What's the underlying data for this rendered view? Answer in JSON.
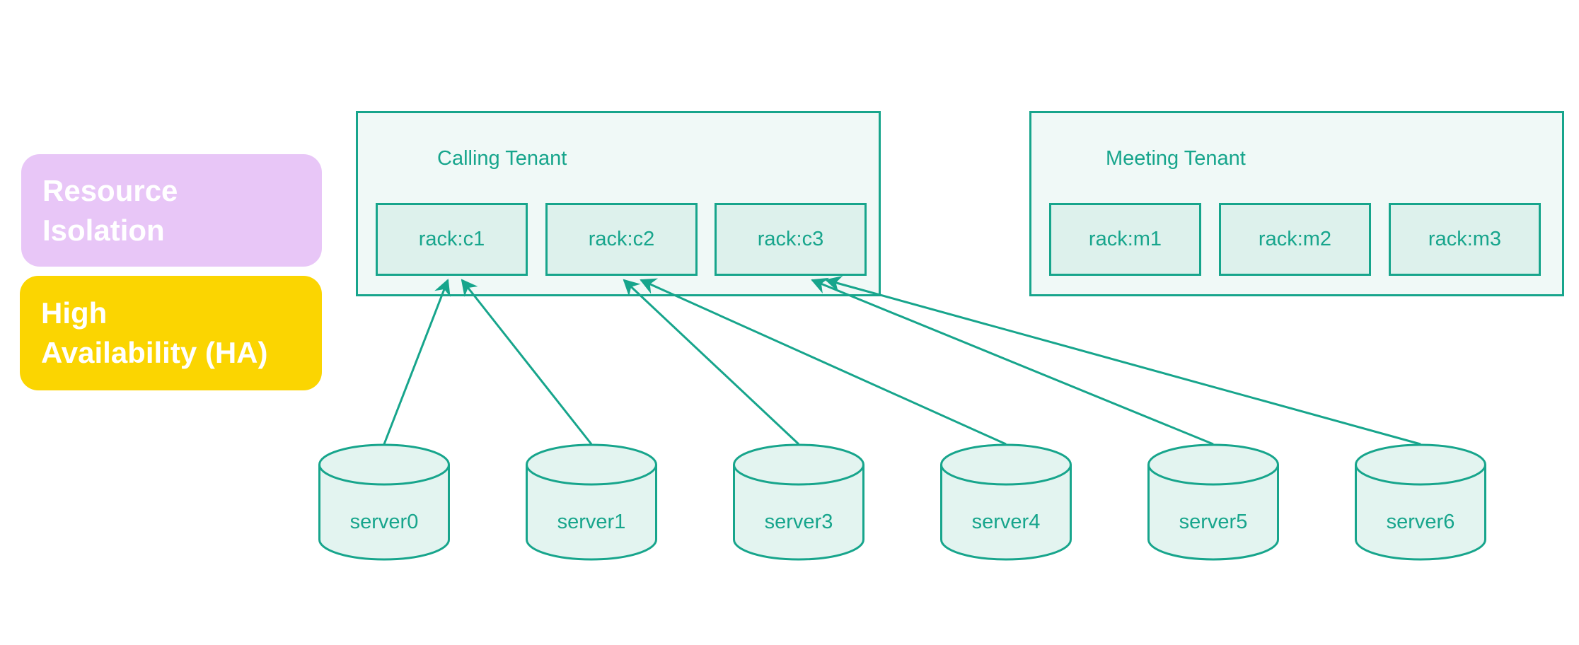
{
  "legend": {
    "resource_isolation": "Resource\nIsolation",
    "high_availability": "High\nAvailability (HA)"
  },
  "tenants": {
    "calling": {
      "title": "Calling Tenant",
      "racks": [
        {
          "label": "rack:c1"
        },
        {
          "label": "rack:c2"
        },
        {
          "label": "rack:c3"
        }
      ]
    },
    "meeting": {
      "title": "Meeting Tenant",
      "racks": [
        {
          "label": "rack:m1"
        },
        {
          "label": "rack:m2"
        },
        {
          "label": "rack:m3"
        }
      ]
    }
  },
  "servers": [
    {
      "label": "server0"
    },
    {
      "label": "server1"
    },
    {
      "label": "server3"
    },
    {
      "label": "server4"
    },
    {
      "label": "server5"
    },
    {
      "label": "server6"
    }
  ],
  "connections": [
    {
      "from": "server0",
      "to": "rack:c1"
    },
    {
      "from": "server1",
      "to": "rack:c1"
    },
    {
      "from": "server3",
      "to": "rack:c2"
    },
    {
      "from": "server4",
      "to": "rack:c2"
    },
    {
      "from": "server5",
      "to": "rack:c3"
    },
    {
      "from": "server6",
      "to": "rack:c3"
    }
  ],
  "colors": {
    "accent_teal": "#17a58c",
    "tenant_fill": "#f0f9f7",
    "rack_fill": "#ddf1ec",
    "cylinder_fill": "#e3f4f0",
    "legend_purple": "#e8c6f7",
    "legend_yellow": "#fbd501",
    "legend_text": "#ffffff",
    "background": "#ffffff"
  }
}
